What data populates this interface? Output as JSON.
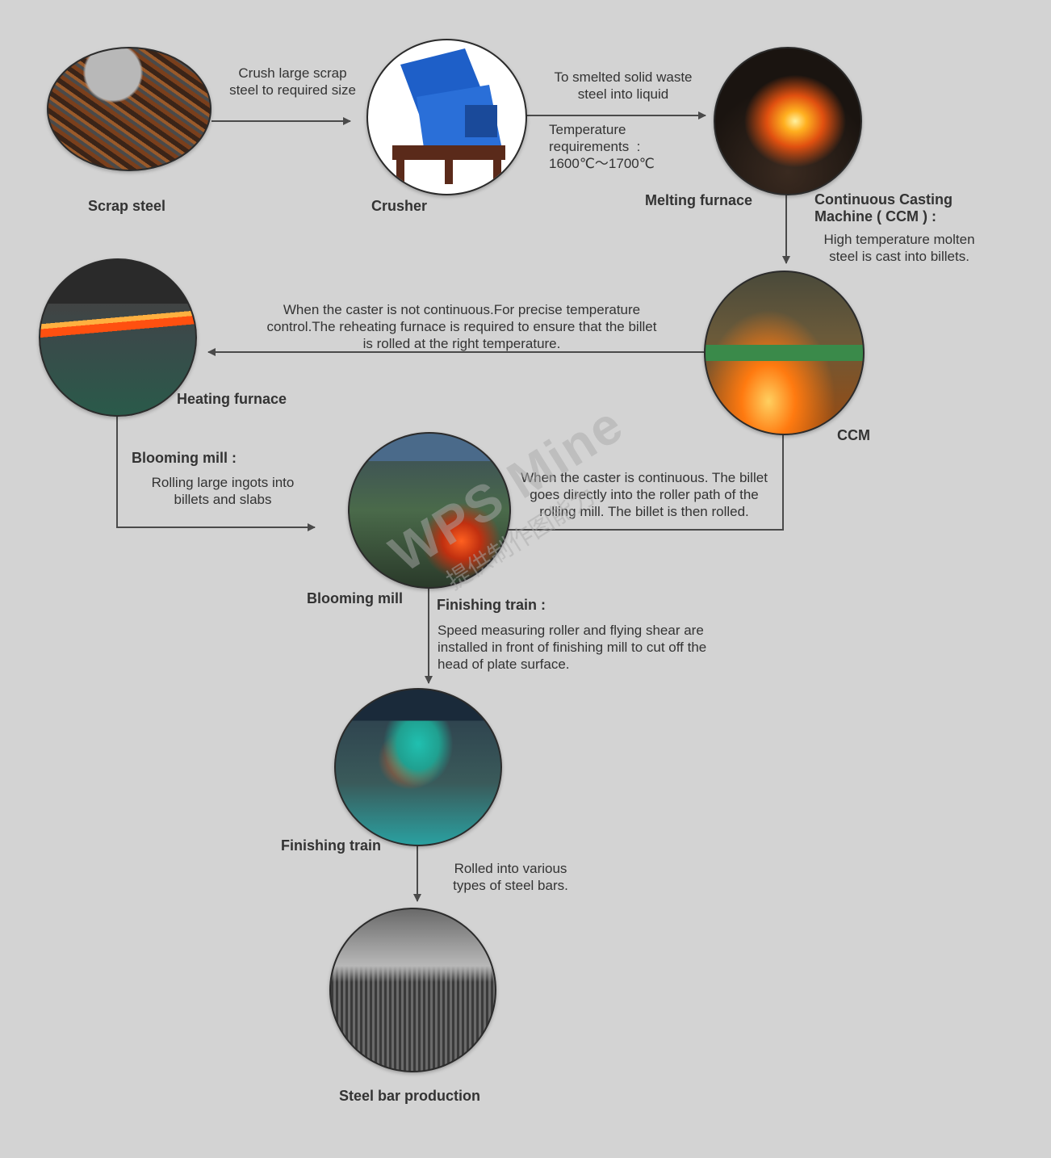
{
  "nodes": {
    "scrap_steel": {
      "label": "Scrap steel",
      "image": "scrap-metal-pile"
    },
    "crusher": {
      "label": "Crusher",
      "image": "blue-crusher-machine"
    },
    "melting_furnace": {
      "label": "Melting furnace",
      "image": "molten-steel-pour"
    },
    "ccm": {
      "label": "CCM",
      "image": "continuous-casting-line"
    },
    "heating_furnace": {
      "label": "Heating furnace",
      "image": "reheating-furnace-billets"
    },
    "blooming_mill": {
      "label": "Blooming mill",
      "image": "blooming-mill-rolling"
    },
    "finishing_train": {
      "label": "Finishing train",
      "image": "finishing-mill-workers"
    },
    "steel_bar": {
      "label": "Steel bar production",
      "image": "steel-rebar-stacks"
    }
  },
  "annotations": {
    "crush": [
      "Crush large scrap",
      "steel to required size"
    ],
    "smelt": [
      "To smelted solid waste",
      "steel into liquid"
    ],
    "temperature": [
      "Temperature",
      "requirements  :",
      "1600℃～1700℃"
    ],
    "ccm_title": [
      "Continuous Casting",
      "Machine ( CCM ) :"
    ],
    "ccm_desc": [
      "High temperature molten",
      "steel is cast into billets."
    ],
    "reheat": [
      "When the caster is not continuous.For precise temperature",
      "control.The reheating furnace is required to ensure that the billet",
      "is rolled at the right temperature."
    ],
    "blooming_title": "Blooming mill :",
    "blooming_desc": [
      "Rolling large ingots into",
      "billets and slabs"
    ],
    "continuous": [
      "When the caster is continuous. The billet",
      "goes directly into the roller path of the",
      "rolling mill. The billet is then rolled."
    ],
    "finishing_title": "Finishing train :",
    "finishing_desc": [
      "Speed measuring roller and flying shear are",
      "installed in front of finishing mill to cut off the",
      "head of plate surface."
    ],
    "rolled": [
      "Rolled into various",
      "types of steel bars."
    ]
  },
  "watermark": {
    "brand": "WPS Mine",
    "sub": "提供制作图能力"
  },
  "colors": {
    "background": "#d3d3d3",
    "line": "#4a4a4a",
    "text": "#333333"
  }
}
